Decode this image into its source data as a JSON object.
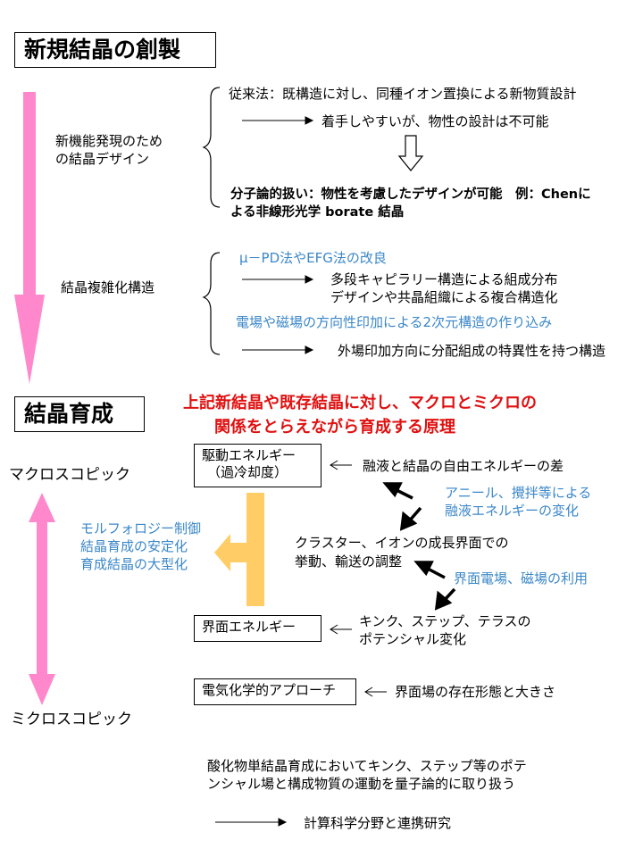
{
  "section1": {
    "title": "新規結晶の創製",
    "design_label_l1": "新機能発現のため",
    "design_label_l2": "の結晶デザイン",
    "conventional": "従来法：既構造に対し、同種イオン置換による新物質設計",
    "conventional_result": "着手しやすいが、物性の設計は不可能",
    "molecular_l1": "分子論的扱い：物性を考慮したデザインが可能　例：Chenに",
    "molecular_l2": "よる非線形光学 borate 結晶",
    "complex_label": "結晶複雑化構造",
    "mupd": "μ－PD法やEFG法の改良",
    "capillary_l1": "多段キャピラリー構造による組成分布",
    "capillary_l2": "デザインや共晶組織による複合構造化",
    "field": "電場や磁場の方向性印加による2次元構造の作り込み",
    "field_result": "外場印加方向に分配組成の特異性を持つ構造"
  },
  "section2": {
    "title": "結晶育成",
    "principle_l1": "上記新結晶や既存結晶に対し、マクロとミクロの",
    "principle_l2": "関係をとらえながら育成する原理",
    "macro": "マクロスコピック",
    "micro": "ミクロスコピック",
    "drive_l1": "駆動エネルギー",
    "drive_l2": "（過冷却度）",
    "drive_note": "融液と結晶の自由エネルギーの差",
    "anneal_l1": "アニール、攪拌等による",
    "anneal_l2": "融液エネルギーの変化",
    "morph_l1": "モルフォロジー制御",
    "morph_l2": "結晶育成の安定化",
    "morph_l3": "育成結晶の大型化",
    "cluster_l1": "クラスター、イオンの成長界面での",
    "cluster_l2": "挙動、輸送の調整",
    "interface_field": "界面電場、磁場の利用",
    "interface_energy": "界面エネルギー",
    "kink_l1": "キンク、ステップ、テラスの",
    "kink_l2": "ポテンシャル変化",
    "electrochem": "電気化学的アプローチ",
    "electrochem_note": "界面場の存在形態と大きさ",
    "oxide_l1": "酸化物単結晶育成においてキンク、ステップ等のポテ",
    "oxide_l2": "ンシャル場と構成物質の運動を量子論的に取り扱う",
    "collab": "計算科学分野と連携研究"
  },
  "colors": {
    "pink_arrow": "#ff88cc",
    "orange_arrow": "#ffcc66",
    "blue_text": "#3b87c8",
    "red_text": "#e01010"
  }
}
